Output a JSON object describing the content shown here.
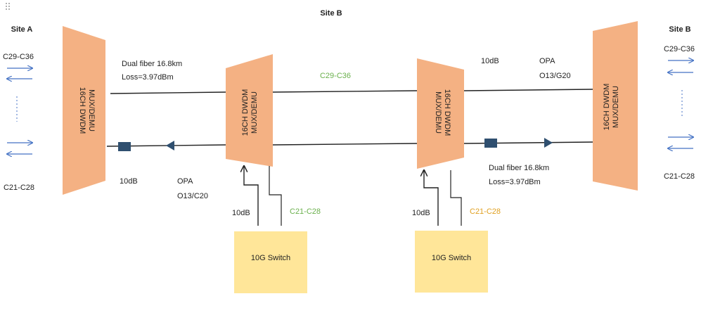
{
  "header": {
    "title": "Site B",
    "handle_icon": "drag-dots-icon"
  },
  "sites": {
    "left_label": "Site A",
    "right_label": "Site B"
  },
  "channels": {
    "left_top": "C29-C36",
    "left_bottom": "C21-C28",
    "right_top": "C29-C36",
    "right_bottom": "C21-C28",
    "middle_green": "C29-C36",
    "switch_left_green": "C21-C28",
    "switch_right_orange": "C21-C28"
  },
  "muxes": {
    "line1": "16CH DWDM",
    "line2": "MUX/DEMU"
  },
  "fiber": {
    "top_label": "Dual fiber 16.8km",
    "top_loss": "Loss=3.97dBm",
    "bottom_label": "Dual fiber 16.8km",
    "bottom_loss": "Loss=3.97dBm"
  },
  "amplifiers": {
    "left_db": "10dB",
    "left_opa": "OPA",
    "left_model": "O13/C20",
    "right_db": "10dB",
    "right_opa": "OPA",
    "right_model": "O13/G20"
  },
  "switches": {
    "left_label": "10G Switch",
    "right_label": "10G Switch",
    "left_db": "10dB",
    "right_db": "10dB"
  },
  "colors": {
    "mux_fill": "#f4b183",
    "switch_fill": "#ffe699",
    "line": "#222222",
    "arrow_blue": "#4472c4",
    "node_fill": "#2f4f6f",
    "green_text": "#6ab04c",
    "orange_text": "#e0a020"
  }
}
